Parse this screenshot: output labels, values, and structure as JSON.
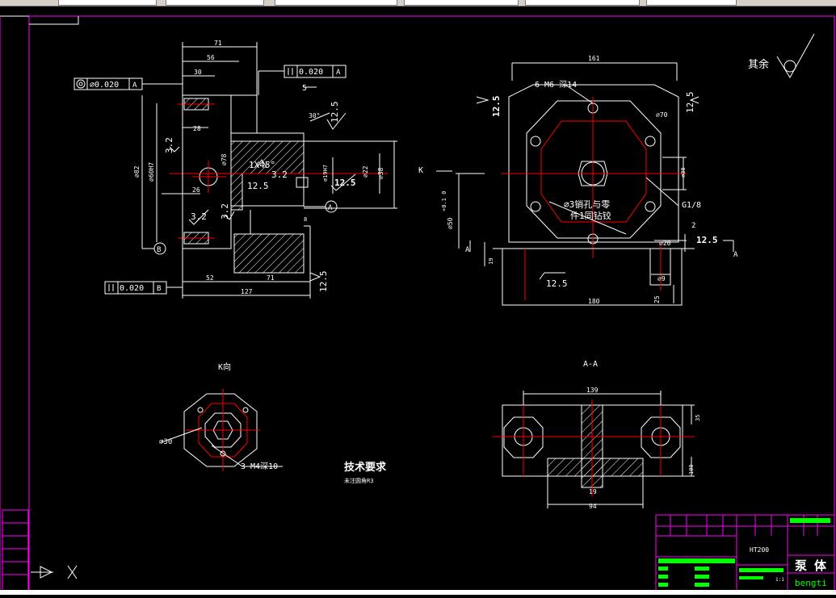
{
  "drawing": {
    "view_title_k": "K向",
    "view_title_aa": "A-A",
    "tech_req_title": "技术要求",
    "tech_req_note": "未注圆角R3",
    "roughness_note": "其余"
  },
  "left_view": {
    "dim_71": "71",
    "dim_56": "56",
    "dim_30": "30",
    "dim_28": "28",
    "dim_26": "26",
    "dim_52": "52",
    "dim_71b": "71",
    "dim_127": "127",
    "dim_5": "5",
    "dim_30deg": "30°",
    "chamfer": "1X45°",
    "dia_82": "⌀82",
    "dia_60": "⌀60H7",
    "dia_78": "⌀78",
    "dia_22": "⌀22",
    "dia_38": "⌀38",
    "dia_19": "⌀19H7",
    "r_32a": "3.2",
    "r_32b": "3.2",
    "r_32c": "3.2",
    "r_32d": "3.2",
    "r_125a": "12.5",
    "r_125b": "12.5",
    "r_125c": "12.5",
    "r_125d": "12.5",
    "dim_8": "8",
    "tol_coax_val": "⌀0.020",
    "tol_coax_ref": "A",
    "tol_perp_val": "0.020",
    "tol_perp_ref": "A",
    "tol_perp2_val": "0.020",
    "tol_perp2_ref": "B",
    "datum_a": "A",
    "datum_b": "B"
  },
  "right_view": {
    "dim_161": "161",
    "thread": "6-M6  深14",
    "dia_70": "⌀70",
    "r_125a": "12.5",
    "r_125b": "12.5",
    "r_125c": "12.5",
    "r_125d": "12.5",
    "dim_50": "⌀50",
    "dim_50tol": "+0.1\n0",
    "dim_30": "⌀30",
    "pin_note1": "⌀3销孔与零",
    "pin_note2": "件1同钻铰",
    "g18": "G1/8",
    "dim_2": "2",
    "dim_20": "⌀20",
    "dim_19": "19",
    "dim_9": "⌀9",
    "dim_25": "25",
    "dim_180": "180",
    "label_k": "K",
    "label_a1": "A",
    "label_a2": "A"
  },
  "k_view": {
    "dia_30": "⌀30",
    "thread": "3-M4深10"
  },
  "aa_view": {
    "dim_139": "139",
    "dim_35": "35",
    "dim_100": "100",
    "dim_19": "19",
    "dim_94": "94"
  },
  "title_block": {
    "material": "HT200",
    "name": "泵 体",
    "code": "bengti",
    "scale": "1:1"
  },
  "colors": {
    "background": "#000000",
    "line": "#ffffff",
    "center_line": "#ff0000",
    "border": "#ff00ff",
    "title_green": "#00ff00"
  }
}
